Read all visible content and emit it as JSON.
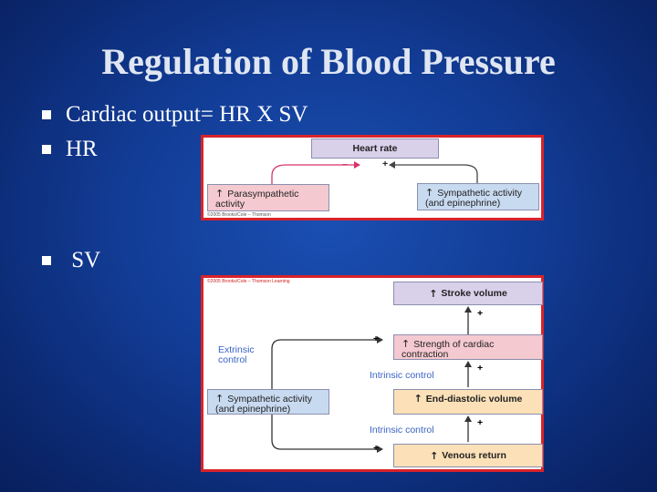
{
  "title": "Regulation of Blood Pressure",
  "bullets": [
    {
      "text": "Cardiac output= HR X SV"
    },
    {
      "text": "HR"
    },
    {
      "text": " SV"
    }
  ],
  "hr_diagram": {
    "heart_rate": "Heart rate",
    "parasympathetic": "Parasympathetic activity",
    "sympathetic": "Sympathetic activity (and epinephrine)",
    "minus": "–",
    "plus": "+",
    "up_arrow": "↑",
    "credit": "©2005 Brooks/Cole – Thomson"
  },
  "sv_diagram": {
    "credit": "©2005 Brooks/Cole – Thomson Learning",
    "stroke_volume": "Stroke volume",
    "strength": "Strength of cardiac contraction",
    "end_diastolic": "End-diastolic volume",
    "venous_return": "Venous return",
    "sympathetic": "Sympathetic activity (and epinephrine)",
    "extrinsic": "Extrinsic control",
    "intrinsic_1": "Intrinsic control",
    "intrinsic_2": "Intrinsic control",
    "plus": "+",
    "up_arrow": "↑"
  }
}
